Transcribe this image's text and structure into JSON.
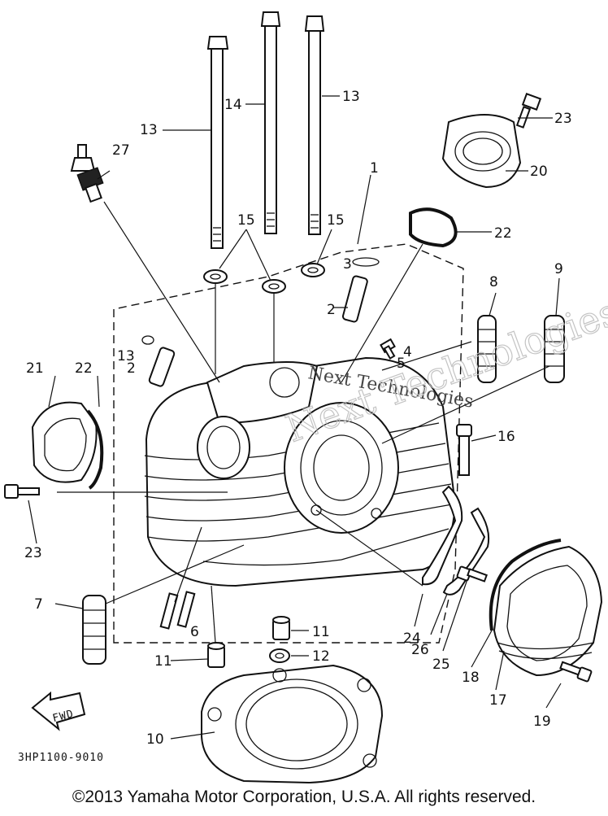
{
  "diagram_code": "3HP1100-9010",
  "fwd_label": "FWD",
  "watermark_text": "Next Technologies",
  "copyright": "©2013 Yamaha Motor Corporation, U.S.A. All rights reserved.",
  "callouts": [
    {
      "id": "c-1",
      "num": "1"
    },
    {
      "id": "c-2a",
      "num": "2"
    },
    {
      "id": "c-2b",
      "num": "2"
    },
    {
      "id": "c-3a",
      "num": "3"
    },
    {
      "id": "c-3b",
      "num": "13"
    },
    {
      "id": "c-4",
      "num": "4"
    },
    {
      "id": "c-5",
      "num": "5"
    },
    {
      "id": "c-6",
      "num": "6"
    },
    {
      "id": "c-7",
      "num": "7"
    },
    {
      "id": "c-8",
      "num": "8"
    },
    {
      "id": "c-9",
      "num": "9"
    },
    {
      "id": "c-10",
      "num": "10"
    },
    {
      "id": "c-11a",
      "num": "11"
    },
    {
      "id": "c-11b",
      "num": "11"
    },
    {
      "id": "c-12",
      "num": "12"
    },
    {
      "id": "c-13a",
      "num": "13"
    },
    {
      "id": "c-13b",
      "num": "13"
    },
    {
      "id": "c-14",
      "num": "14"
    },
    {
      "id": "c-15a",
      "num": "15"
    },
    {
      "id": "c-15b",
      "num": "15"
    },
    {
      "id": "c-16",
      "num": "16"
    },
    {
      "id": "c-17",
      "num": "17"
    },
    {
      "id": "c-18",
      "num": "18"
    },
    {
      "id": "c-19",
      "num": "19"
    },
    {
      "id": "c-20",
      "num": "20"
    },
    {
      "id": "c-21",
      "num": "21"
    },
    {
      "id": "c-22a",
      "num": "22"
    },
    {
      "id": "c-22b",
      "num": "22"
    },
    {
      "id": "c-23a",
      "num": "23"
    },
    {
      "id": "c-23b",
      "num": "23"
    },
    {
      "id": "c-24",
      "num": "24"
    },
    {
      "id": "c-25",
      "num": "25"
    },
    {
      "id": "c-26",
      "num": "26"
    },
    {
      "id": "c-27",
      "num": "27"
    }
  ]
}
